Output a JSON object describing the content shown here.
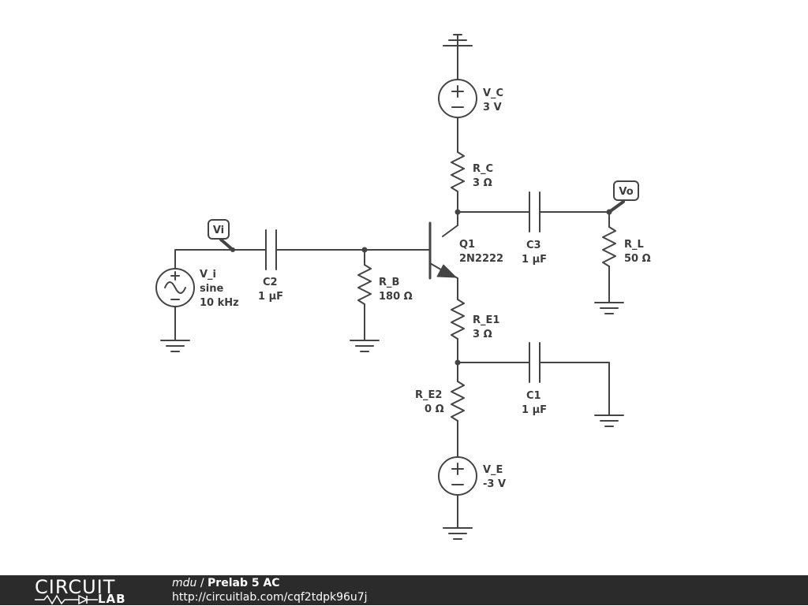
{
  "components": {
    "vc": {
      "name": "V_C",
      "value": "3 V"
    },
    "rc": {
      "name": "R_C",
      "value": "3 Ω"
    },
    "q1": {
      "name": "Q1",
      "value": "2N2222"
    },
    "c3": {
      "name": "C3",
      "value": "1 µF"
    },
    "rl": {
      "name": "R_L",
      "value": "50 Ω"
    },
    "vi": {
      "name": "V_i",
      "type": "sine",
      "value": "10 kHz"
    },
    "c2": {
      "name": "C2",
      "value": "1 µF"
    },
    "rb": {
      "name": "R_B",
      "value": "180 Ω"
    },
    "re1": {
      "name": "R_E1",
      "value": "3 Ω"
    },
    "re2": {
      "name": "R_E2",
      "value": "0 Ω"
    },
    "c1": {
      "name": "C1",
      "value": "1 µF"
    },
    "ve": {
      "name": "V_E",
      "value": "-3 V"
    }
  },
  "probes": {
    "vi": "Vi",
    "vo": "Vo"
  },
  "source_signs": {
    "plus": "+",
    "minus": "−"
  },
  "footer": {
    "logo_top": "CIRCUIT",
    "logo_bottom": "LAB",
    "author": "mdu",
    "separator": " / ",
    "title": "Prelab 5 AC",
    "url": "http://circuitlab.com/cqf2tdpk96u7j"
  },
  "colors": {
    "wire": "#444444",
    "footer_bg": "#2b2b2b",
    "footer_text": "#ffffff"
  }
}
